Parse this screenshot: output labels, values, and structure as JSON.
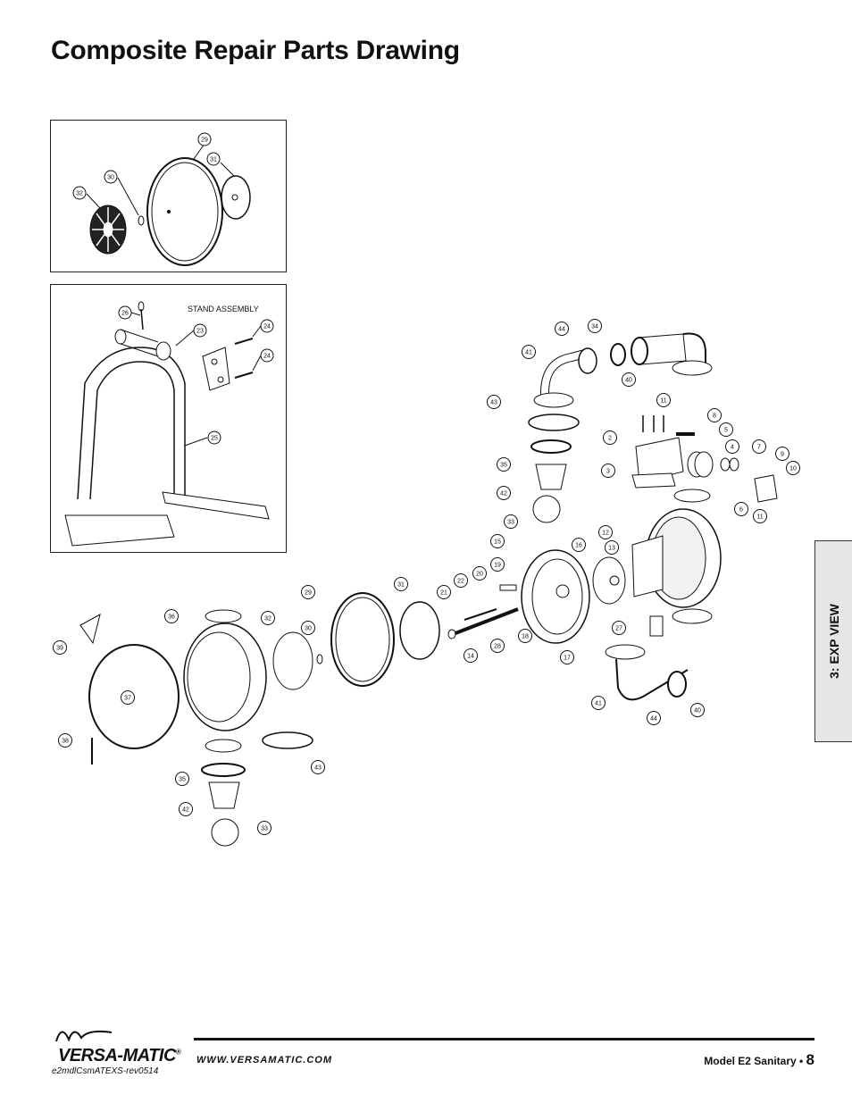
{
  "page_title": "Composite Repair Parts Drawing",
  "side_tab": "3: EXP VIEW",
  "stand_caption": "STAND ASSEMBLY",
  "footer": {
    "url": "WWW.VERSAMATIC.COM",
    "model": "Model E2 Sanitary • ",
    "page_number": "8",
    "doc_code": "e2mdlCsmATEXS-rev0514",
    "brand": "VERSA-MATIC",
    "brand_mark": "®"
  },
  "inset_callouts": [
    "29",
    "31",
    "30",
    "32"
  ],
  "stand_callouts": [
    "26",
    "23",
    "24",
    "24",
    "25"
  ],
  "callouts": [
    "44",
    "34",
    "41",
    "40",
    "43",
    "11",
    "8",
    "5",
    "2",
    "4",
    "7",
    "9",
    "10",
    "3",
    "6",
    "11",
    "35",
    "42",
    "33",
    "12",
    "15",
    "16",
    "13",
    "19",
    "20",
    "22",
    "21",
    "29",
    "31",
    "36",
    "32",
    "30",
    "18",
    "28",
    "14",
    "17",
    "27",
    "39",
    "37",
    "41",
    "44",
    "40",
    "38",
    "43",
    "35",
    "42",
    "33"
  ]
}
